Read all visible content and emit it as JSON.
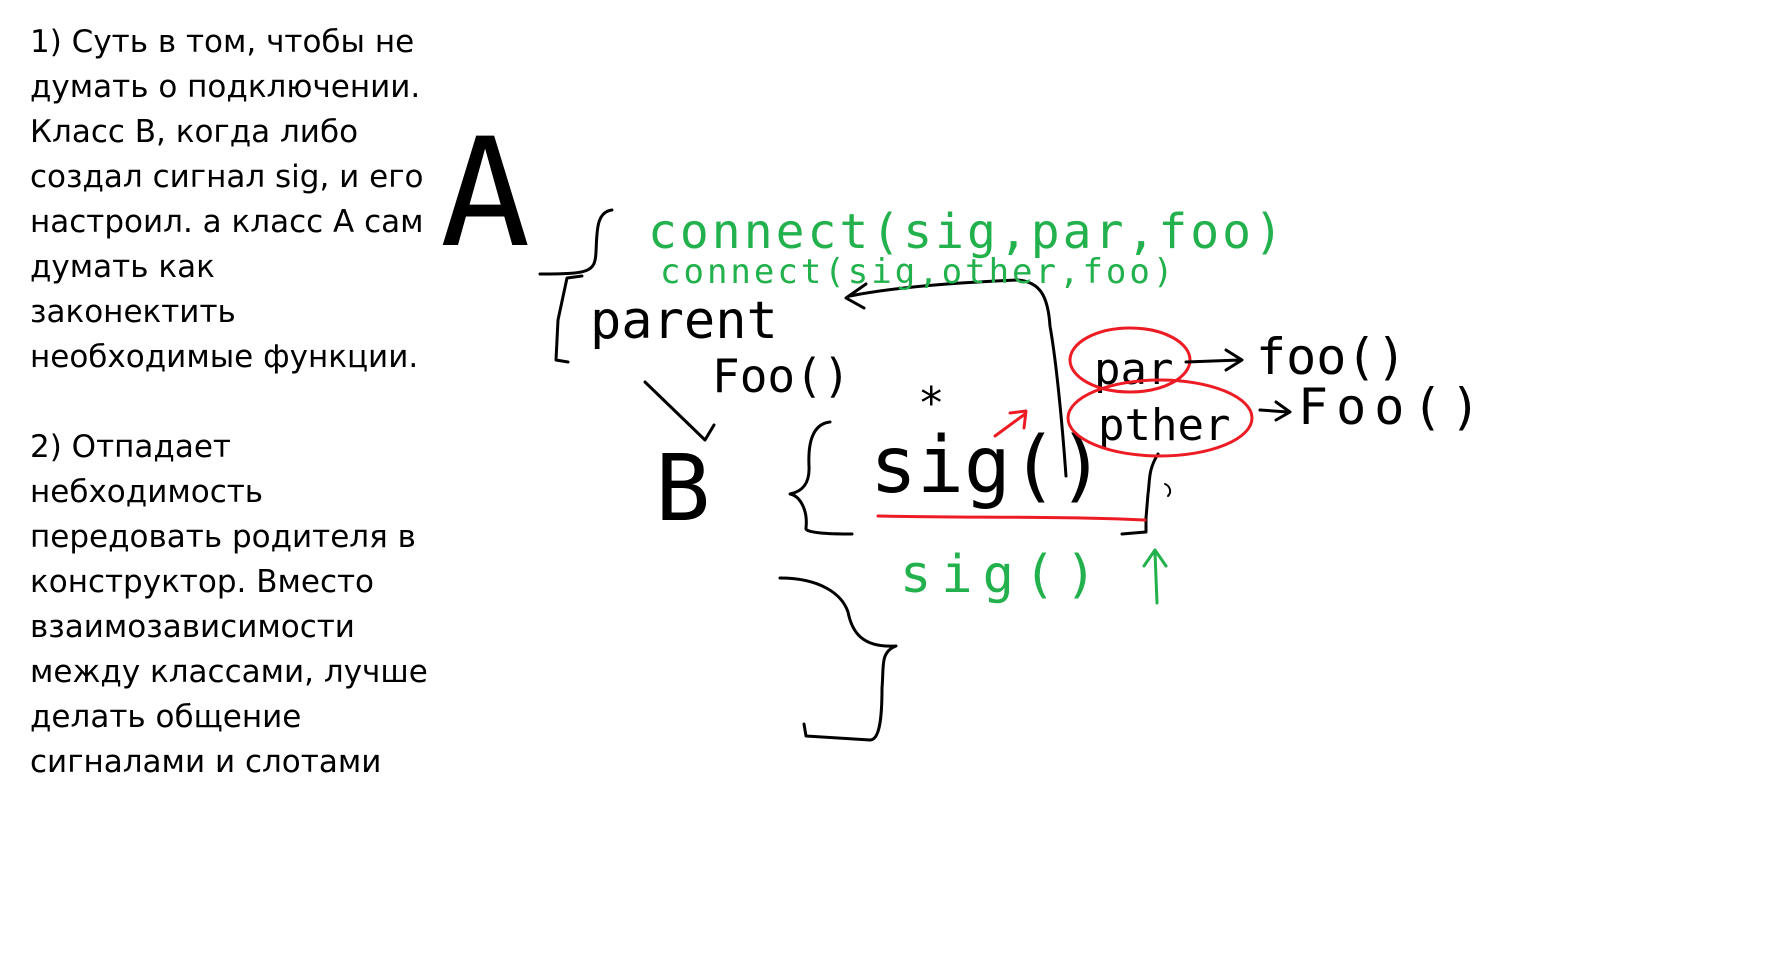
{
  "notes": {
    "paragraph_1": "1) Суть в том, чтобы не\nдумать о подключении.\nКласс B, когда либо\nсоздал сигнал sig, и его\nнастроил. а класс А сам\nдумать как законектить\nнеобходимые функции.",
    "paragraph_2": "2) Отпадает\nнебходимость\nпередовать родителя в\nконструктор. Вместо\nвзаимозависимости\nмежду классами, лучше\nделать общение\nсигналами и слотами"
  },
  "sketch": {
    "colors": {
      "ink": "#000000",
      "green": "#22b14c",
      "red": "#ed1c24"
    },
    "label_class_a": "A",
    "label_class_b": "B",
    "connect_line_1": "connect(sig,par,foo)",
    "connect_line_2": "connect(sig,other,foo)",
    "parent_label": "parent",
    "parent_foo": "Foo()",
    "asterisk": "*",
    "signal_call": "sig()",
    "emitted_signal": "sig()",
    "receiver_par": "par",
    "receiver_other": "pther",
    "slot_par": "foo()",
    "slot_other": "Foo()"
  }
}
